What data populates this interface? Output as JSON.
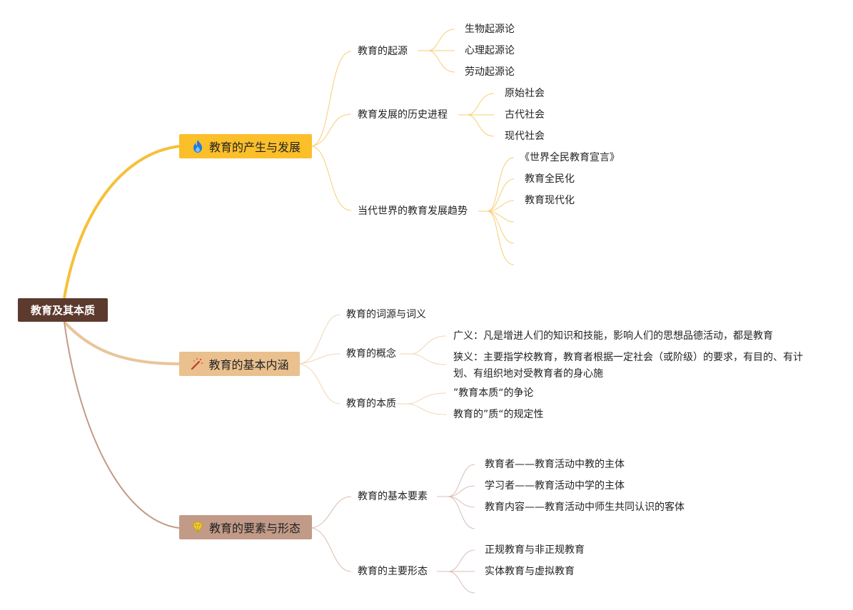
{
  "root": "教育及其本质",
  "branches": [
    {
      "label": "教育的产生与发展",
      "icon": "fire-icon",
      "color": "#fbbf2a",
      "topics": [
        {
          "label": "教育的起源",
          "items": [
            "生物起源论",
            "心理起源论",
            "劳动起源论"
          ]
        },
        {
          "label": "教育发展的历史进程",
          "items": [
            "原始社会",
            "古代社会",
            "现代社会"
          ]
        },
        {
          "label": "当代世界的教育发展趋势",
          "items": [
            "《世界全民教育宣言》",
            "教育全民化",
            "教育现代化",
            "",
            "",
            ""
          ]
        }
      ]
    },
    {
      "label": "教育的基本内涵",
      "icon": "magic-wand-icon",
      "color": "#e9c08e",
      "topics": [
        {
          "label": "教育的词源与词义",
          "items": []
        },
        {
          "label": "教育的概念",
          "items": [
            "广义：凡是增进人们的知识和技能，影响人们的思想品德活动，都是教育",
            "狭义：主要指学校教育，教育者根据一定社会（或阶级）的要求，有目的、有计划、有组织地对受教育者的身心施"
          ]
        },
        {
          "label": "教育的本质",
          "items": [
            "”教育本质“的争论",
            "教育的”质“的规定性"
          ]
        }
      ]
    },
    {
      "label": "教育的要素与形态",
      "icon": "diamond-icon",
      "color": "#c29a88",
      "topics": [
        {
          "label": "教育的基本要素",
          "items": [
            "教育者——教育活动中教的主体",
            "学习者——教育活动中学的主体",
            "教育内容——教育活动中师生共同认识的客体",
            ""
          ]
        },
        {
          "label": "教育的主要形态",
          "items": [
            "正规教育与非正规教育",
            "实体教育与虚拟教育",
            ""
          ]
        }
      ]
    }
  ]
}
